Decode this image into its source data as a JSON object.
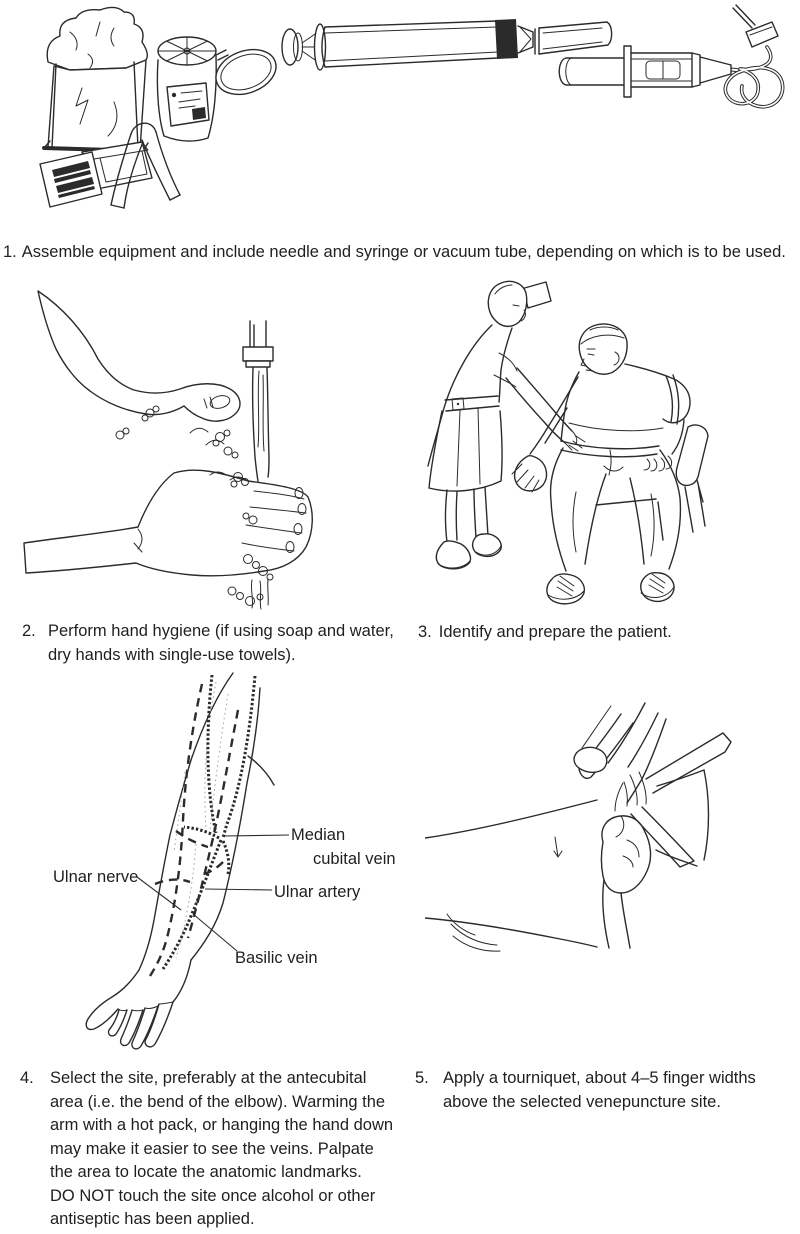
{
  "page": {
    "background": "#ffffff",
    "ink": "#2b2b2b",
    "text_color": "#1f1f1f"
  },
  "steps": {
    "step1": {
      "number": "1.",
      "text": "Assemble equipment and include needle and syringe or vacuum tube, depending on which is to be used."
    },
    "step2": {
      "number": "2.",
      "text": "Perform hand hygiene (if using soap and water,\ndry hands with single-use towels)."
    },
    "step3": {
      "number": "3.",
      "text": "Identify and prepare the patient."
    },
    "step4": {
      "number": "4.",
      "text": "Select the site, preferably at the antecubital\narea (i.e. the bend of the elbow). Warming the\narm with a hot pack, or hanging the hand down\nmay make it easier to see the veins. Palpate\nthe area to locate the anatomic landmarks.\nDO NOT touch the site once alcohol or other\nantiseptic has been applied."
    },
    "step5": {
      "number": "5.",
      "text": "Apply a tourniquet, about 4–5 finger widths\nabove the selected venepuncture site."
    }
  },
  "anatomy": {
    "labels": {
      "median1": "Median",
      "median2": "cubital vein",
      "ulnar_nerve": "Ulnar nerve",
      "ulnar_artery": "Ulnar artery",
      "basilic_vein": "Basilic vein"
    }
  },
  "figures": {
    "step1": "blood-collection-equipment",
    "step2": "hand-washing-under-running-tap",
    "step3": "health-worker-preparing-seated-patient",
    "step4": "forearm-vein-anatomy-diagram",
    "step5": "applying-tourniquet-to-arm"
  }
}
